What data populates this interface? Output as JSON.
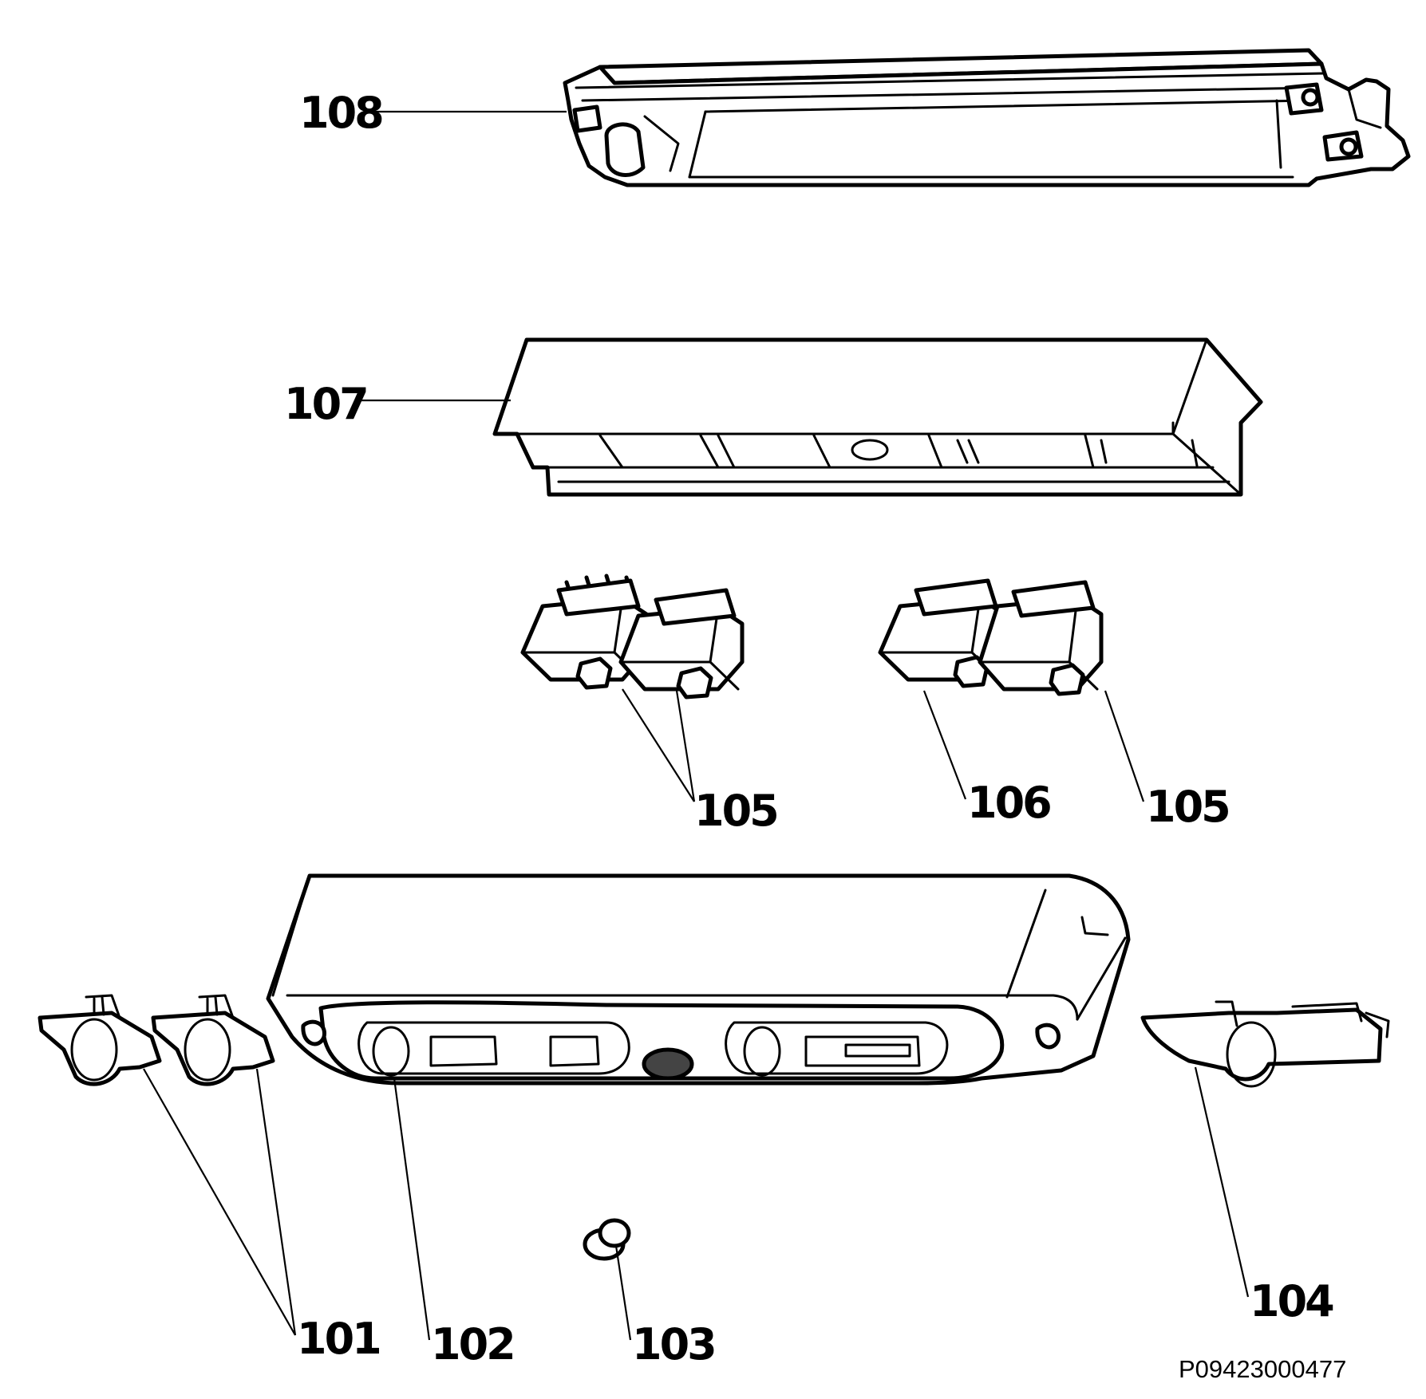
{
  "diagram": {
    "drawing_number": "P09423000477",
    "callouts": {
      "c108": "108",
      "c107": "107",
      "c105a": "105",
      "c106": "106",
      "c105b": "105",
      "c101": "101",
      "c102": "102",
      "c103": "103",
      "c104": "104"
    }
  }
}
